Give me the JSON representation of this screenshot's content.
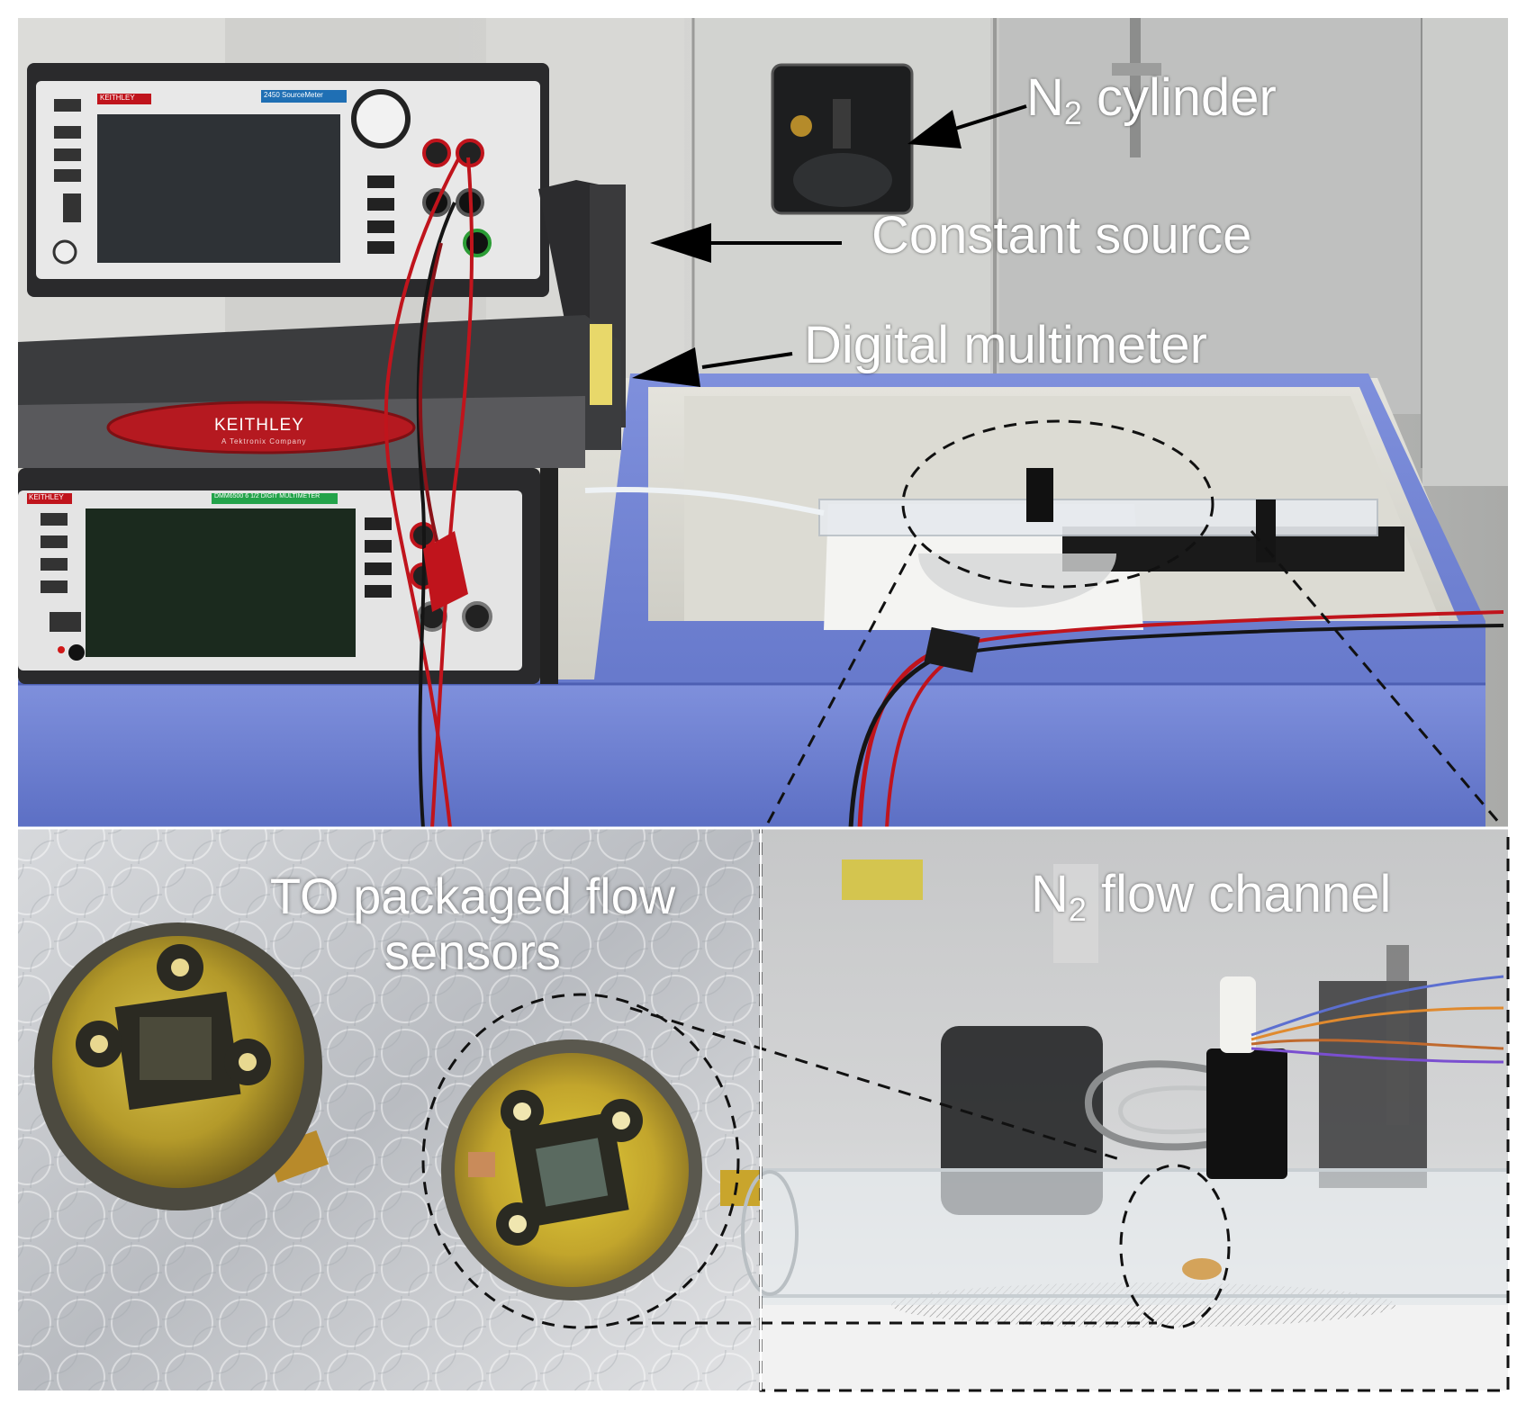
{
  "labels": {
    "n2_cylinder": {
      "prefix": "N",
      "sub": "2",
      "suffix": " cylinder"
    },
    "constant_source": "Constant source",
    "digital_multimeter": "Digital multimeter",
    "sensors": {
      "line1": "TO packaged flow",
      "line2": "sensors"
    },
    "n2_flow_channel": {
      "prefix": "N",
      "sub": "2",
      "suffix": " flow channel"
    }
  },
  "instruments": {
    "source_brand": "KEITHLEY",
    "source_model": "2450 SourceMeter",
    "front_brand": "KEITHLEY",
    "front_subtitle": "A Tektronix Company",
    "dmm_brand": "KEITHLEY",
    "dmm_model": "DMM6500 6 1/2 DIGIT MULTIMETER"
  },
  "colors": {
    "bench_blue": "#6b7fd0",
    "bench_top": "#d9d8d0",
    "instrument_body": "#2a2a2c",
    "red_lead": "#c0141c",
    "black_lead": "#151515",
    "label_white": "#ffffff"
  },
  "icons": [
    "arrow-icon",
    "dashed-zoom-circle",
    "dashed-zoom-frame"
  ]
}
